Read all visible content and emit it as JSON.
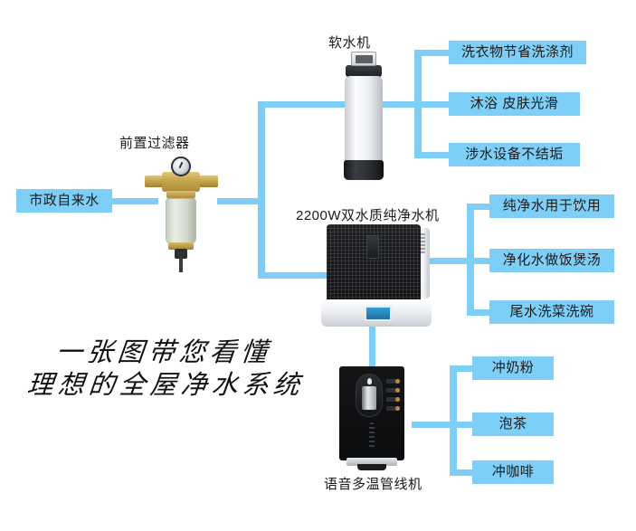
{
  "diagram": {
    "title": "一张图带您看懂 理想的全屋净水系统",
    "accent_color": "#7ECFF7",
    "background_color": "#FFFFFF",
    "slogan_line1": "一张图带您看懂",
    "slogan_line2": "理想的全屋净水系统"
  },
  "source": {
    "label": "市政自来水"
  },
  "devices": {
    "prefilter": {
      "label": "前置过滤器"
    },
    "softener": {
      "label": "软水机"
    },
    "purifier": {
      "label": "2200W双水质纯净水机"
    },
    "dispenser": {
      "label": "语音多温管线机"
    }
  },
  "branches": {
    "softener_outputs": [
      {
        "label": "洗衣物节省洗涤剂"
      },
      {
        "label": "沐浴 皮肤光滑"
      },
      {
        "label": "涉水设备不结垢"
      }
    ],
    "purifier_outputs": [
      {
        "label": "纯净水用于饮用"
      },
      {
        "label": "净化水做饭煲汤"
      },
      {
        "label": "尾水洗菜洗碗"
      }
    ],
    "dispenser_outputs": [
      {
        "label": "冲奶粉"
      },
      {
        "label": "泡茶"
      },
      {
        "label": "冲咖啡"
      }
    ]
  }
}
